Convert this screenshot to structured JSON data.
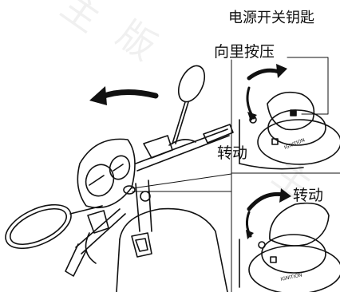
{
  "callouts": {
    "ignition_key": "电源开关钥匙",
    "push_in": "向里按压",
    "turn_upper": "转动",
    "turn_lower": "转动"
  },
  "switch_marking": "IGNITION",
  "icons": [
    "curved-arrow-left-icon",
    "rotate-arrow-icon",
    "lock-symbol-icon"
  ]
}
